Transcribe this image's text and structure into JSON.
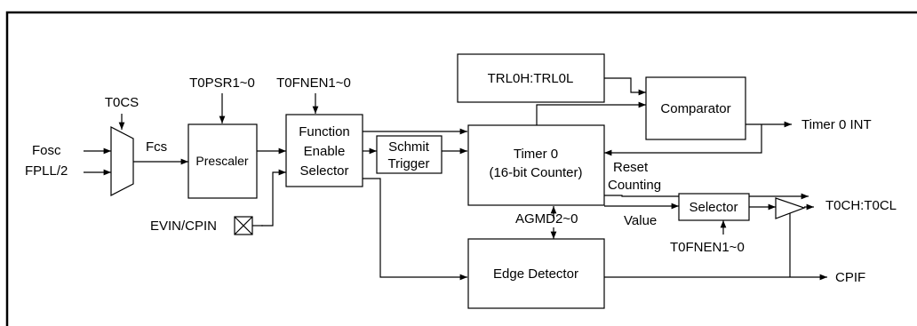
{
  "blocks": {
    "trl": "TRL0H:TRL0L",
    "comparator": "Comparator",
    "prescaler": "Prescaler",
    "function_enable": [
      "Function",
      "Enable",
      "Selector"
    ],
    "schmit": [
      "Schmit",
      "Trigger"
    ],
    "timer": [
      "Timer 0",
      "(16-bit Counter)"
    ],
    "selector": "Selector",
    "edge_detector": "Edge Detector"
  },
  "labels": {
    "t0cs": "T0CS",
    "t0psr": "T0PSR1~0",
    "t0fnen_top": "T0FNEN1~0",
    "t0fnen_bottom": "T0FNEN1~0",
    "fosc": "Fosc",
    "fpll": "FPLL/2",
    "fcs": "Fcs",
    "evin": "EVIN/CPIN",
    "timer0_int": "Timer 0 INT",
    "reset": "Reset",
    "counting": "Counting",
    "value": "Value",
    "t0ch": "T0CH:T0CL",
    "agmd": "AGMD2~0",
    "cpif": "CPIF"
  }
}
